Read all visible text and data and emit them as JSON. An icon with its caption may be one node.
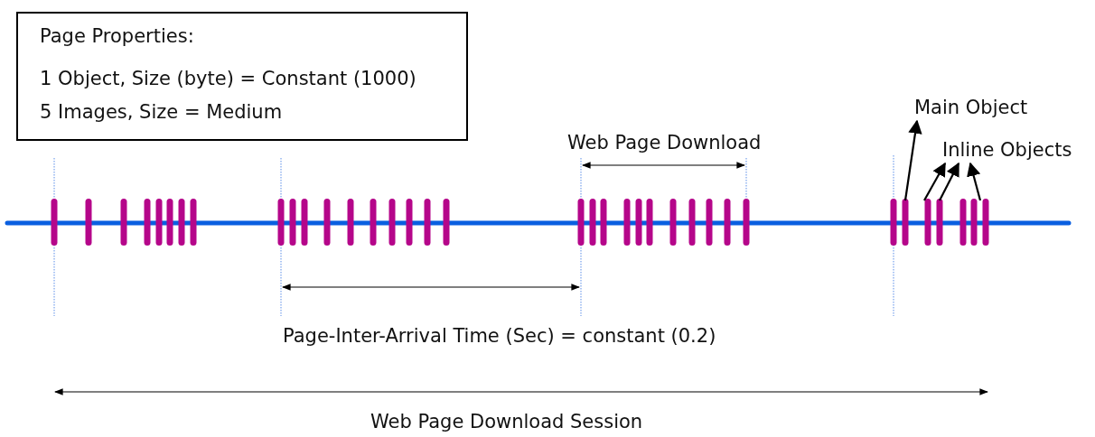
{
  "diagram": {
    "nodes": [
      {
        "text": [
          "Page Properties:",
          "1 Object, Size (byte) = Constant (1000)",
          "5 Images, Size = Medium"
        ]
      },
      {
        "text": [
          "Main Object"
        ]
      },
      {
        "text": [
          "Inline Objects"
        ]
      },
      {
        "text": [],
        "shape": "bar"
      },
      {
        "text": [],
        "shape": "bar"
      },
      {
        "text": [],
        "shape": "bar"
      },
      {
        "text": [],
        "shape": "bar"
      }
    ],
    "edges": [
      {
        "from": 3,
        "to": 1,
        "arrow": "to"
      },
      {
        "from": 4,
        "to": 2,
        "arrow": "to"
      },
      {
        "from": 5,
        "to": 2,
        "arrow": "to"
      },
      {
        "from": 6,
        "to": 2,
        "arrow": "to"
      }
    ],
    "labels": [
      "Web Page Download",
      "Page-Inter-Arrival Time (Sec) = constant (0.2)",
      "Web Page Download Session"
    ]
  }
}
